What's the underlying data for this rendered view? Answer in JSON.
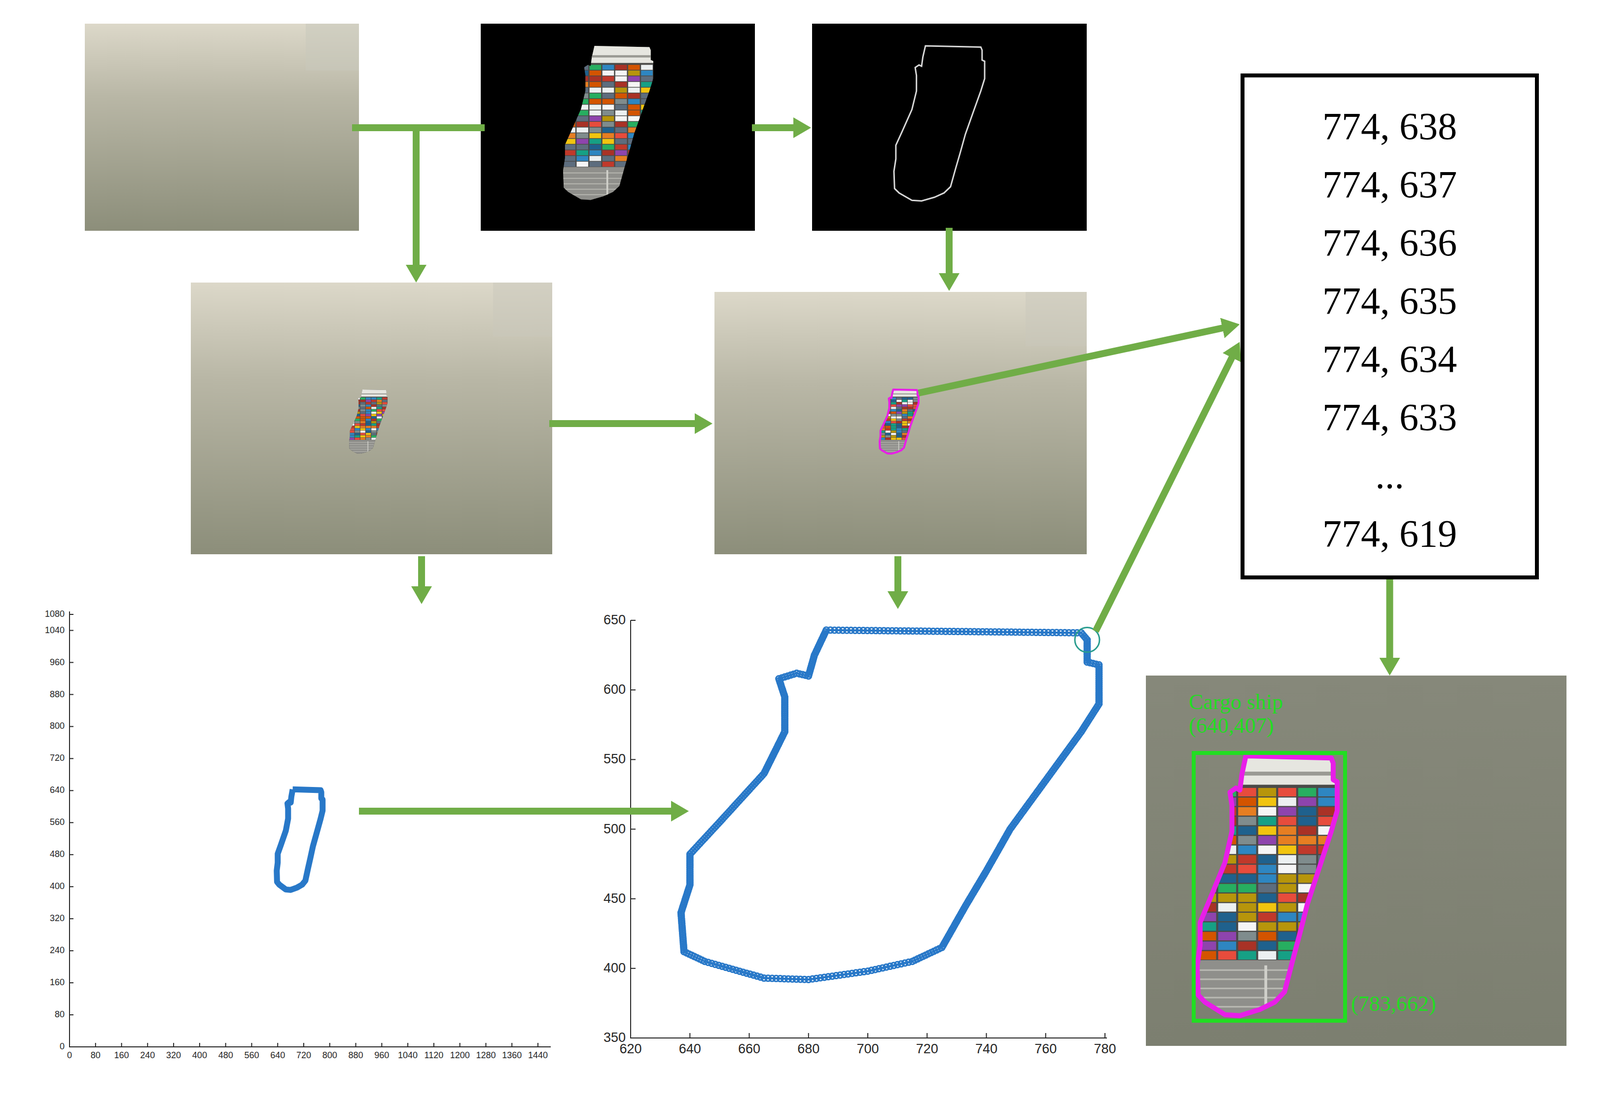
{
  "diagram": {
    "nodes": [
      {
        "text": [
          "774, 638",
          "774, 637",
          "774, 636",
          "774, 635",
          "774, 634",
          "774, 633",
          "...",
          "774, 619"
        ]
      },
      {
        "text": [
          "Cargo ship",
          "(640,407)",
          "(783,662)"
        ]
      }
    ],
    "edges": [
      {
        "from": 0,
        "to": 1,
        "arrow": "to"
      }
    ],
    "labels": [
      "0",
      "80",
      "160",
      "240",
      "320",
      "400",
      "480",
      "560",
      "640",
      "720",
      "800",
      "880",
      "960",
      "1040",
      "1080",
      "0",
      "80",
      "160",
      "240",
      "320",
      "400",
      "480",
      "560",
      "640",
      "720",
      "800",
      "880",
      "960",
      "1040",
      "1120",
      "1200",
      "1280",
      "1360",
      "1440",
      "350",
      "400",
      "450",
      "500",
      "550",
      "600",
      "650",
      "620",
      "640",
      "660",
      "680",
      "700",
      "720",
      "740",
      "760",
      "780"
    ]
  }
}
